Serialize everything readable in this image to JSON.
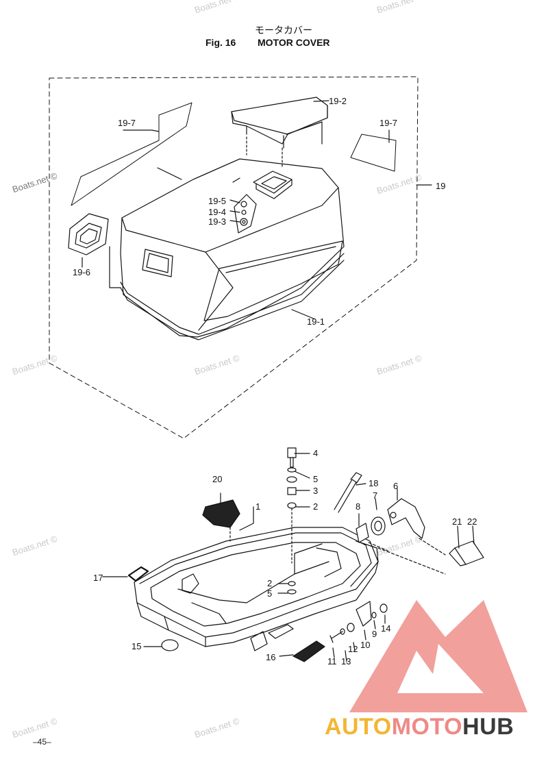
{
  "header": {
    "japanese_title": "モータカバー",
    "figure_label": "Fig. 16",
    "title": "MOTOR COVER"
  },
  "watermark_text": "Boats.net ©",
  "page_number": "–45–",
  "logo": {
    "part1": "AUTO",
    "part2": "MOTO",
    "part3": "HUB",
    "colors": {
      "part1": "#f2b634",
      "part2": "#ee8a86",
      "part3": "#3a3a3a",
      "triangle": "#ef8f8b"
    }
  },
  "callouts": {
    "upper": [
      "19-2",
      "19-7",
      "19-7",
      "19",
      "19-5",
      "19-4",
      "19-3",
      "19-6",
      "19-1"
    ],
    "lower": [
      "4",
      "18",
      "5",
      "3",
      "20",
      "7",
      "6",
      "1",
      "2",
      "8",
      "21",
      "22",
      "17",
      "2",
      "5",
      "9",
      "14",
      "12",
      "10",
      "15",
      "16",
      "11",
      "13"
    ]
  }
}
